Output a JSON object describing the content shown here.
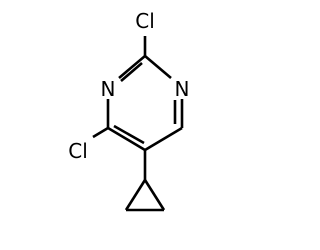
{
  "molecule": {
    "atoms": {
      "cl_top": "Cl",
      "n_left": "N",
      "n_right": "N",
      "cl_left": "Cl"
    }
  },
  "colors": {
    "bond": "#000000",
    "label": "#000000",
    "background": "#ffffff"
  }
}
